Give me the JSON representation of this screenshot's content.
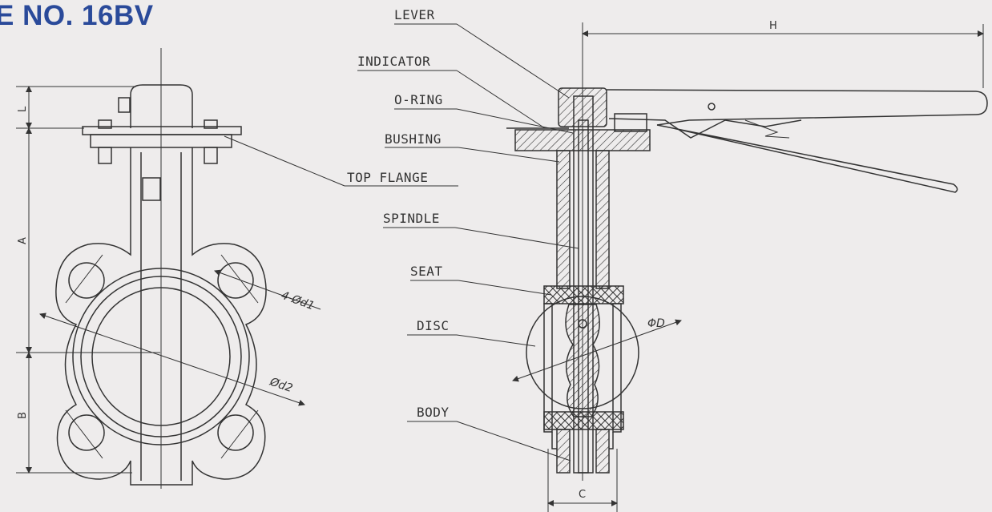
{
  "title": "E NO. 16BV",
  "labels": {
    "lever": "LEVER",
    "indicator": "INDICATOR",
    "oring": "O-RING",
    "bushing": "BUSHING",
    "top_flange": "TOP FLANGE",
    "spindle": "SPINDLE",
    "seat": "SEAT",
    "disc": "DISC",
    "body": "BODY"
  },
  "dimensions": {
    "L": "L",
    "A": "A",
    "B": "B",
    "H": "H",
    "C": "C",
    "d1": "4-Ød1",
    "d2": "Ød2",
    "D": "ΦD"
  },
  "colors": {
    "title": "#2a4a9a",
    "line": "#333333",
    "background": "#eeecec"
  }
}
